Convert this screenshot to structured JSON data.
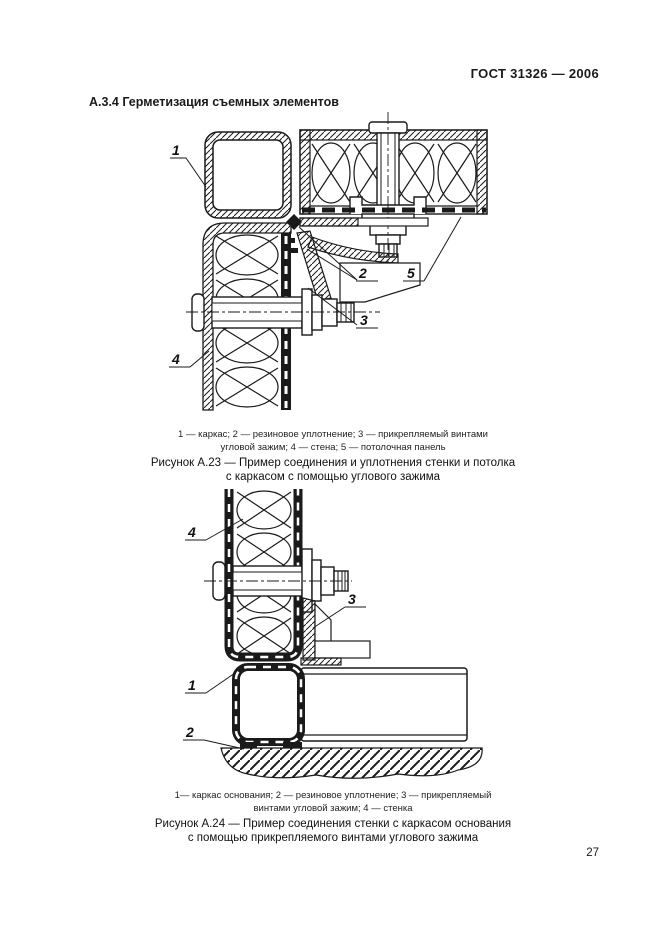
{
  "header": {
    "doc_code": "ГОСТ 31326 — 2006"
  },
  "section": {
    "title": "А.3.4 Герметизация съемных элементов"
  },
  "fig1": {
    "callouts": [
      "1",
      "2",
      "5",
      "3",
      "4"
    ],
    "legend_line1": "1 — каркас; 2 — резиновое уплотнение; 3 — прикрепляемый винтами",
    "legend_line2": "угловой зажим; 4 — стена; 5 — потолочная панель",
    "caption_line1": "Рисунок А.23 — Пример соединения и уплотнения стенки и потолка",
    "caption_line2": "с каркасом с помощью углового зажима"
  },
  "fig2": {
    "callouts": [
      "4",
      "3",
      "1",
      "2"
    ],
    "legend_line1": "1— каркас основания; 2 — резиновое уплотнение; 3 — прикрепляемый",
    "legend_line2": "винтами угловой зажим; 4 — стенка",
    "caption_line1": "Рисунок А.24 — Пример соединения стенки с каркасом основания",
    "caption_line2": "с помощью прикрепляемого винтами углового зажима"
  },
  "footer": {
    "page_number": "27"
  }
}
